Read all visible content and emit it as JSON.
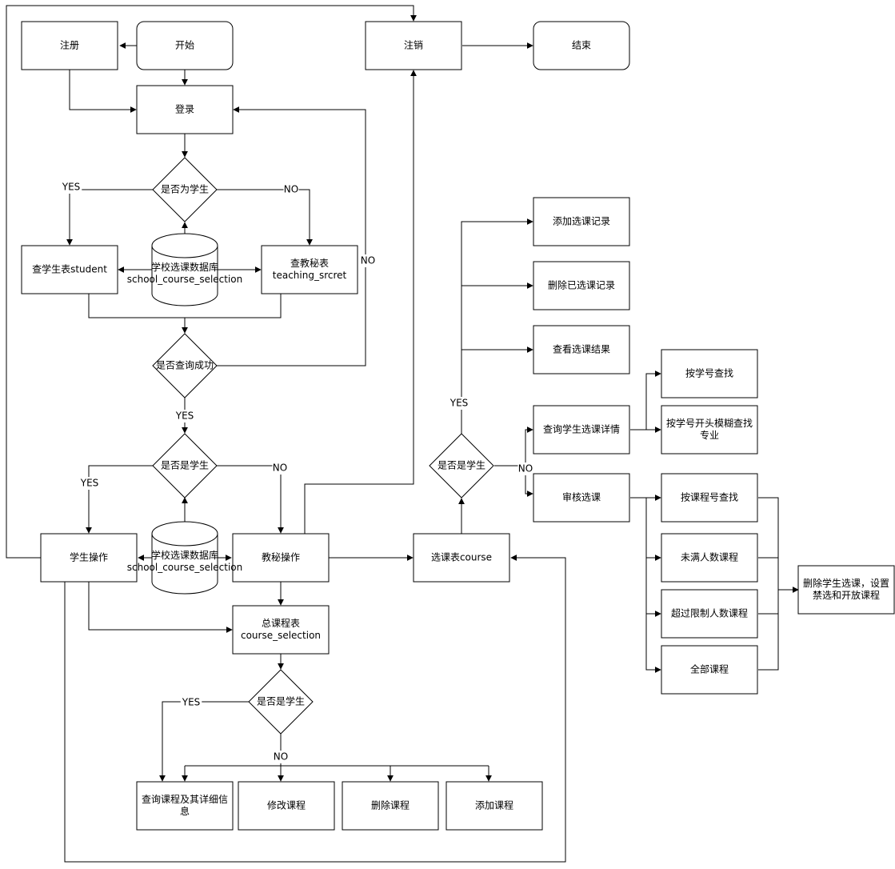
{
  "nodes": {
    "start": "开始",
    "register": "注册",
    "login": "登录",
    "logout": "注销",
    "end": "结束",
    "is_student_1": "是否为学生",
    "query_student_table": "查学生表student",
    "query_secretary_table": [
      "查教秘表",
      "teaching_srcret"
    ],
    "db_1": [
      "学校选课数据库",
      "school_course_selection"
    ],
    "query_success": "是否查询成功",
    "is_student_2": "是否是学生",
    "student_ops": "学生操作",
    "secretary_ops": "教秘操作",
    "db_2": [
      "学校选课数据库",
      "school_course_selection"
    ],
    "course_table": [
      "总课程表",
      "course_selection"
    ],
    "is_student_3": "是否是学生",
    "query_course_detail": [
      "查询课程及其详细信",
      "息"
    ],
    "modify_course": "修改课程",
    "delete_course": "删除课程",
    "add_course": "添加课程",
    "selection_table": "选课表course",
    "is_student_4": "是否是学生",
    "add_selection_record": "添加选课记录",
    "delete_selection_record": "删除已选课记录",
    "view_selection_result": "查看选课结果",
    "query_student_selection_detail": "查询学生选课详情",
    "review_selection": "审核选课",
    "find_by_student_id": "按学号查找",
    "fuzzy_find_by_id_prefix_major": [
      "按学号开头模糊查找",
      "专业"
    ],
    "find_by_course_id": "按课程号查找",
    "courses_not_full": "未满人数课程",
    "courses_over_limit": "超过限制人数课程",
    "all_courses": "全部课程",
    "delete_set_courses": [
      "删除学生选课，设置",
      "禁选和开放课程"
    ]
  },
  "edge_labels": {
    "yes": "YES",
    "no": "NO"
  }
}
